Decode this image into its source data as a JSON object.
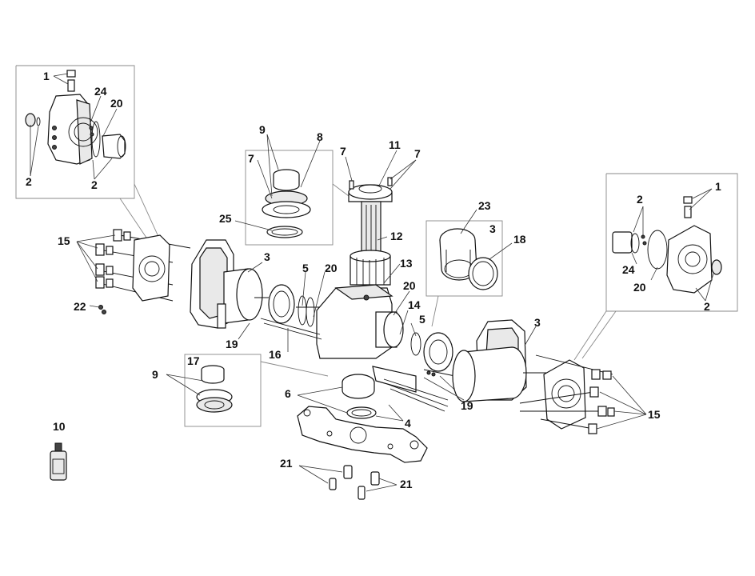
{
  "callouts": [
    {
      "id": "c1a",
      "text": "1"
    },
    {
      "id": "c24a",
      "text": "24"
    },
    {
      "id": "c20a",
      "text": "20"
    },
    {
      "id": "c2a",
      "text": "2"
    },
    {
      "id": "c2b",
      "text": "2"
    },
    {
      "id": "c9a",
      "text": "9"
    },
    {
      "id": "c8",
      "text": "8"
    },
    {
      "id": "c7a",
      "text": "7"
    },
    {
      "id": "c7b",
      "text": "7"
    },
    {
      "id": "c11",
      "text": "11"
    },
    {
      "id": "c7c",
      "text": "7"
    },
    {
      "id": "c25",
      "text": "25"
    },
    {
      "id": "c12",
      "text": "12"
    },
    {
      "id": "c13",
      "text": "13"
    },
    {
      "id": "c23",
      "text": "23"
    },
    {
      "id": "c3a",
      "text": "3"
    },
    {
      "id": "c18",
      "text": "18"
    },
    {
      "id": "c15a",
      "text": "15"
    },
    {
      "id": "c3b",
      "text": "3"
    },
    {
      "id": "c5a",
      "text": "5"
    },
    {
      "id": "c20b",
      "text": "20"
    },
    {
      "id": "c20c",
      "text": "20"
    },
    {
      "id": "c14",
      "text": "14"
    },
    {
      "id": "c5b",
      "text": "5"
    },
    {
      "id": "c22",
      "text": "22"
    },
    {
      "id": "c19a",
      "text": "19"
    },
    {
      "id": "c16",
      "text": "16"
    },
    {
      "id": "c3c",
      "text": "3"
    },
    {
      "id": "c19b",
      "text": "19"
    },
    {
      "id": "c9b",
      "text": "9"
    },
    {
      "id": "c17",
      "text": "17"
    },
    {
      "id": "c6",
      "text": "6"
    },
    {
      "id": "c4",
      "text": "4"
    },
    {
      "id": "c15b",
      "text": "15"
    },
    {
      "id": "c10",
      "text": "10"
    },
    {
      "id": "c21a",
      "text": "21"
    },
    {
      "id": "c21b",
      "text": "21"
    },
    {
      "id": "c1b",
      "text": "1"
    },
    {
      "id": "c2c",
      "text": "2"
    },
    {
      "id": "c24b",
      "text": "24"
    },
    {
      "id": "c20d",
      "text": "20"
    },
    {
      "id": "c2d",
      "text": "2"
    }
  ]
}
